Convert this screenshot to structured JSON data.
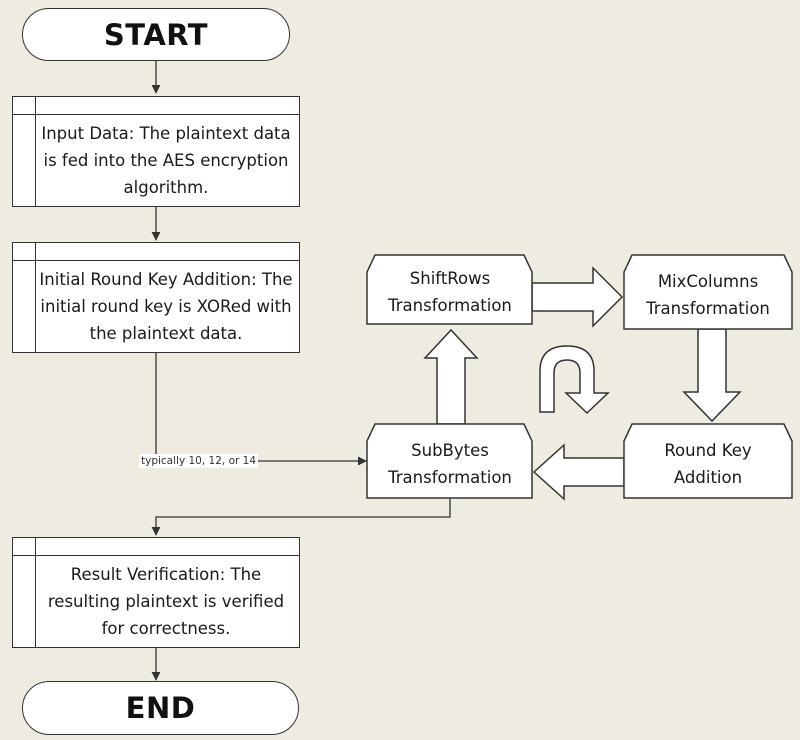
{
  "nodes": {
    "start": "START",
    "input_data": "Input Data: The plaintext data is fed into the AES encryption algorithm.",
    "initial_round_key": "Initial Round Key Addition: The initial round key is XORed with the plaintext data.",
    "result_verification": "Result Verification: The resulting plaintext is verified for correctness.",
    "end": "END",
    "shiftrows": "ShiftRows Transformation",
    "mixcolumns": "MixColumns Transformation",
    "subbytes": "SubBytes Transformation",
    "round_key_addition": "Round Key Addition"
  },
  "edges": {
    "rounds_label": "typically 10, 12, or 14"
  },
  "colors": {
    "background": "#eeece1",
    "node_fill": "#ffffff",
    "stroke": "#333333"
  }
}
